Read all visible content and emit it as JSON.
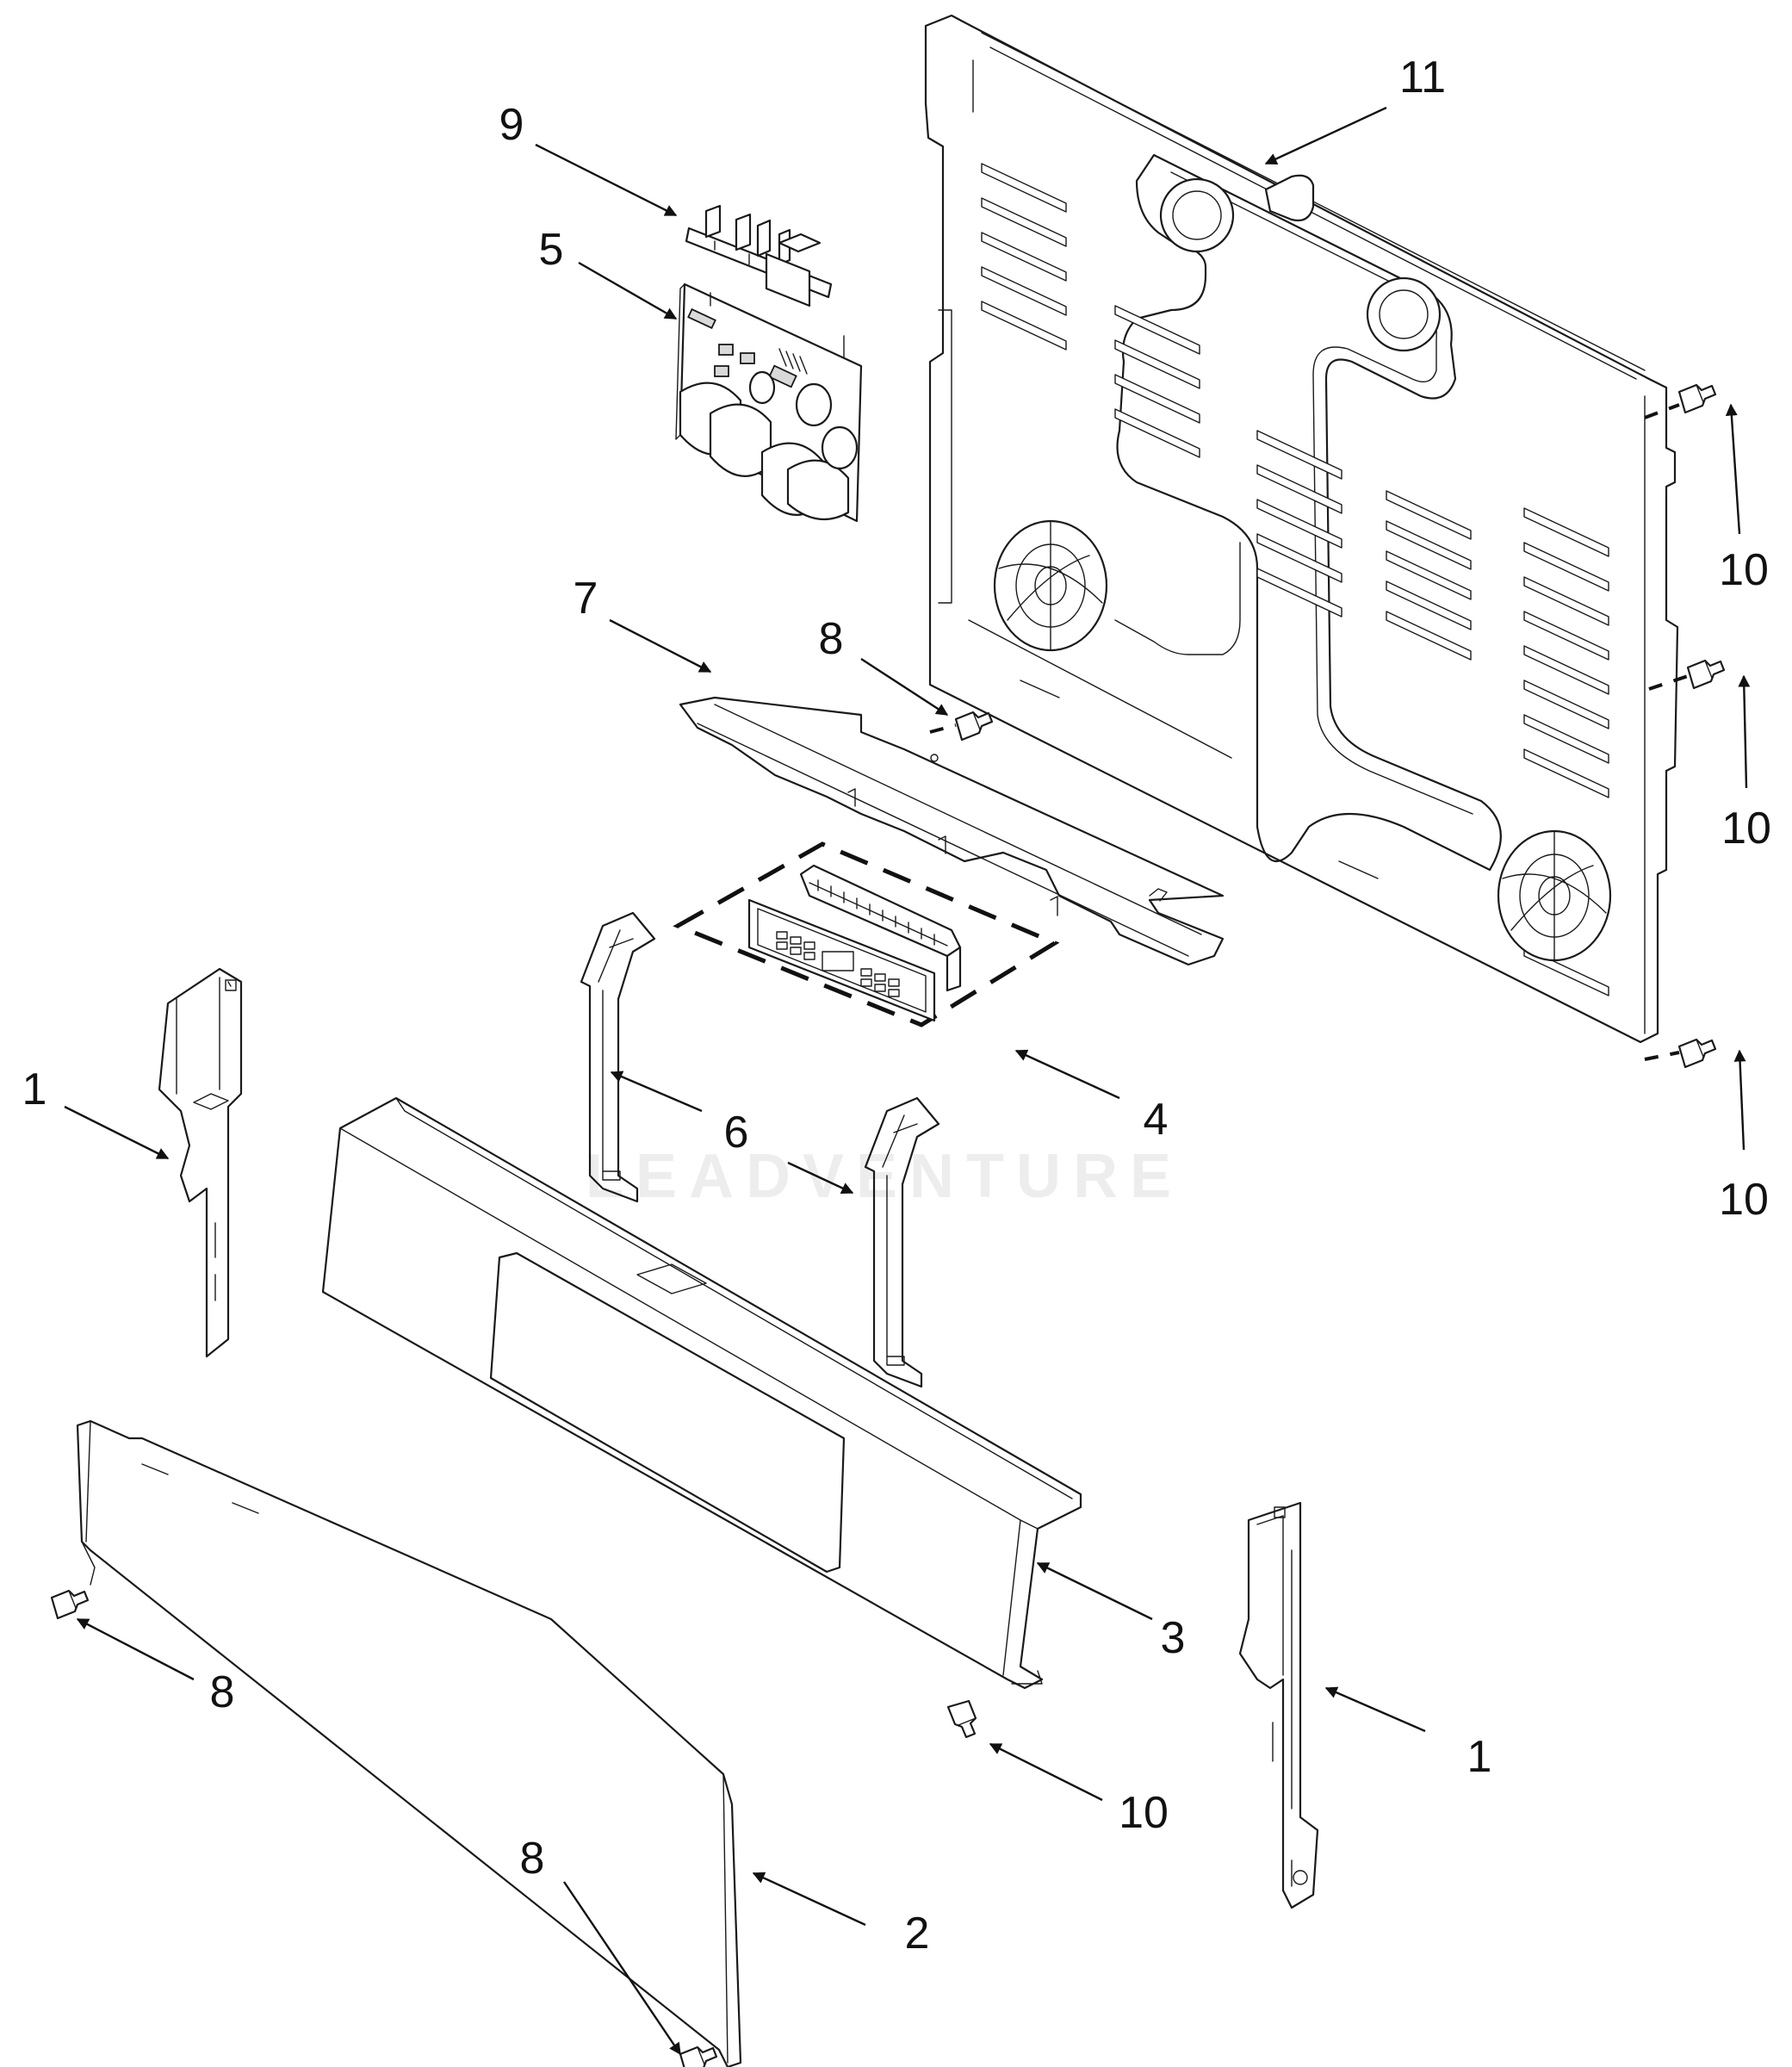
{
  "callouts": [
    {
      "id": "label-11",
      "text": "11"
    },
    {
      "id": "label-9",
      "text": "9"
    },
    {
      "id": "label-5",
      "text": "5"
    },
    {
      "id": "label-7",
      "text": "7"
    },
    {
      "id": "label-8-top",
      "text": "8"
    },
    {
      "id": "label-10-a",
      "text": "10"
    },
    {
      "id": "label-10-b",
      "text": "10"
    },
    {
      "id": "label-10-c",
      "text": "10"
    },
    {
      "id": "label-1-left",
      "text": "1"
    },
    {
      "id": "label-6",
      "text": "6"
    },
    {
      "id": "label-4",
      "text": "4"
    },
    {
      "id": "label-3",
      "text": "3"
    },
    {
      "id": "label-8-left",
      "text": "8"
    },
    {
      "id": "label-10-d",
      "text": "10"
    },
    {
      "id": "label-1-right",
      "text": "1"
    },
    {
      "id": "label-8-bottom",
      "text": "8"
    },
    {
      "id": "label-2",
      "text": "2"
    }
  ],
  "watermark": "LEADVENTURE"
}
